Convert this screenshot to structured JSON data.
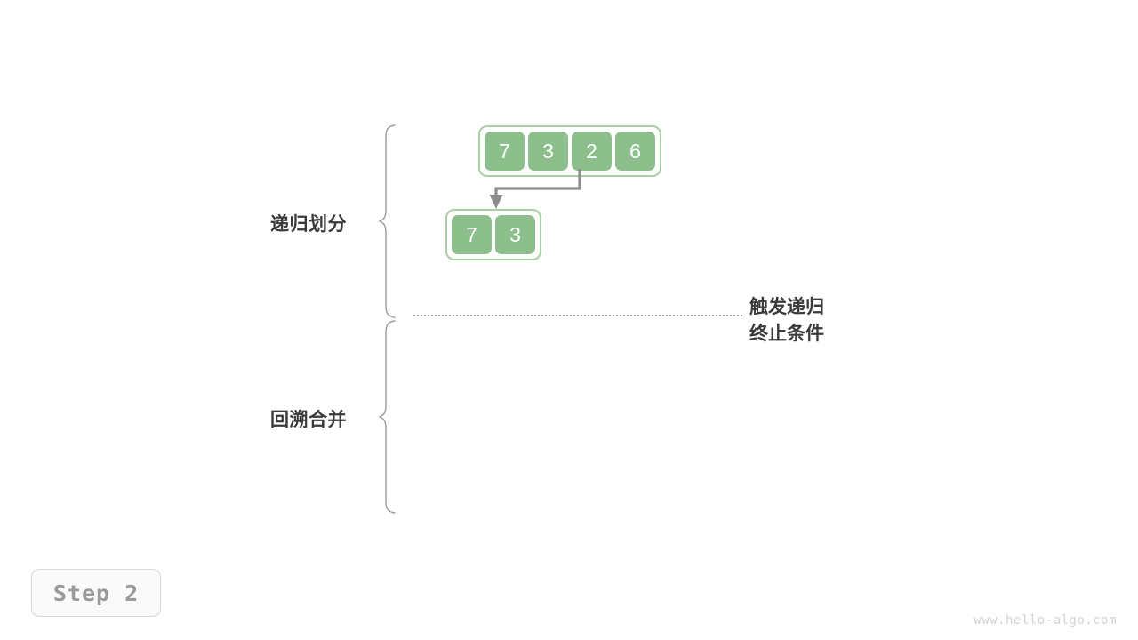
{
  "diagram": {
    "title": "Merge sort recursive divide step",
    "colors": {
      "cell_fill": "#8cbf8b",
      "cell_text": "#ffffff",
      "array_border": "#a8cfa6",
      "arrow": "#8c8c8c",
      "label_text": "#3a3a3a",
      "dotted_line": "#9a9a9a",
      "badge_text": "#9a9a9a",
      "watermark": "#d2d2d2",
      "background": "#ffffff"
    },
    "sections": [
      {
        "id": "divide",
        "label": "递归划分"
      },
      {
        "id": "merge",
        "label": "回溯合并"
      }
    ],
    "arrays": [
      {
        "id": "root",
        "values": [
          "7",
          "3",
          "2",
          "6"
        ]
      },
      {
        "id": "left",
        "values": [
          "7",
          "3"
        ]
      }
    ],
    "annotation": {
      "line1": "触发递归",
      "line2": "终止条件"
    },
    "step_badge": "Step 2",
    "watermark": "www.hello-algo.com"
  }
}
